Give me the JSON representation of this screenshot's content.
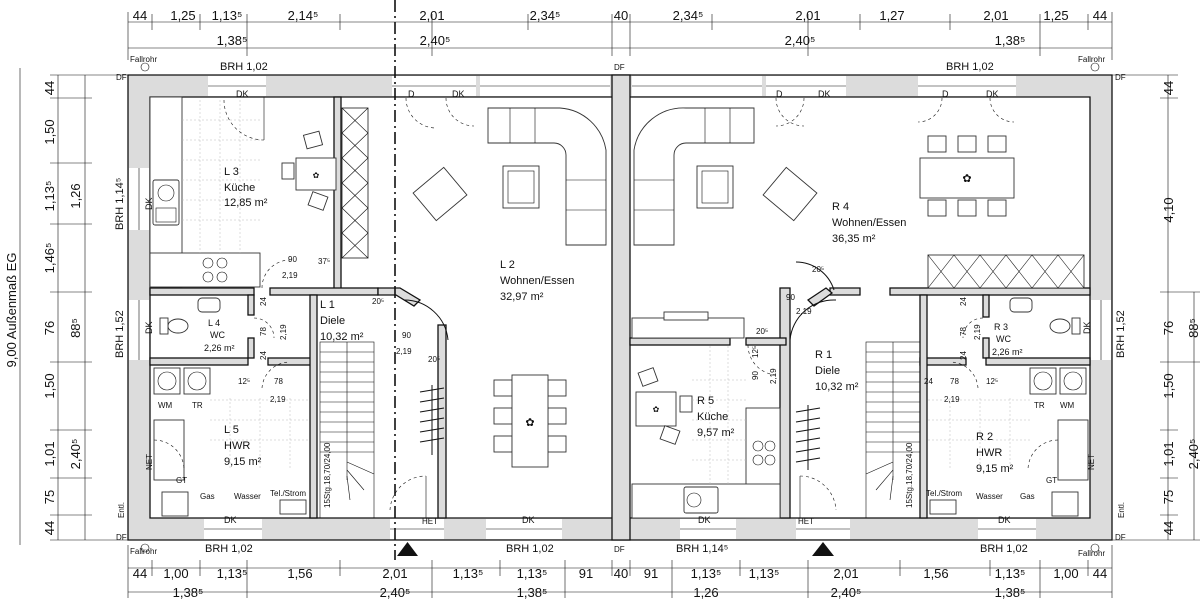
{
  "dimensions": {
    "top_row1": [
      "44",
      "1,25",
      "1,13⁵",
      "2,14⁵",
      "2,01",
      "2,34⁵",
      "40",
      "2,34⁵",
      "2,01",
      "1,27",
      "2,01",
      "1,25",
      "44"
    ],
    "top_row2": [
      "1,38⁵",
      "2,40⁵",
      "2,40⁵",
      "1,38⁵"
    ],
    "bottom_row1": [
      "44",
      "1,00",
      "1,13⁵",
      "1,56",
      "2,01",
      "1,13⁵",
      "1,13⁵",
      "91",
      "40",
      "91",
      "1,13⁵",
      "1,13⁵",
      "2,01",
      "1,56",
      "1,13⁵",
      "1,00",
      "44"
    ],
    "bottom_row2": [
      "1,38⁵",
      "2,40⁵",
      "1,38⁵",
      "1,26",
      "2,40⁵",
      "1,38⁵"
    ],
    "left_col1": [
      "44",
      "1,50",
      "1,13⁵",
      "1,46⁵",
      "76",
      "1,50",
      "1,01",
      "75",
      "44"
    ],
    "left_col2": [
      "1,26",
      "88⁵",
      "2,40⁵"
    ],
    "left_total": "9,00 Außenmaß EG",
    "right_col1": [
      "44",
      "4,10",
      "76",
      "1,50",
      "1,01",
      "75",
      "44"
    ],
    "right_col2": [
      "88⁵",
      "2,40⁵"
    ]
  },
  "rooms": {
    "l3": {
      "id": "L 3",
      "name": "Küche",
      "area": "12,85 m²"
    },
    "l2": {
      "id": "L 2",
      "name": "Wohnen/Essen",
      "area": "32,97 m²"
    },
    "l1": {
      "id": "L 1",
      "name": "Diele",
      "area": "10,32 m²"
    },
    "l4": {
      "id": "L 4",
      "name": "WC",
      "area": "2,26 m²"
    },
    "l5": {
      "id": "L 5",
      "name": "HWR",
      "area": "9,15 m²"
    },
    "r4": {
      "id": "R 4",
      "name": "Wohnen/Essen",
      "area": "36,35 m²"
    },
    "r5": {
      "id": "R 5",
      "name": "Küche",
      "area": "9,57 m²"
    },
    "r1": {
      "id": "R 1",
      "name": "Diele",
      "area": "10,32 m²"
    },
    "r3": {
      "id": "R 3",
      "name": "WC",
      "area": "2,26 m²"
    },
    "r2": {
      "id": "R 2",
      "name": "HWR",
      "area": "9,15 m²"
    }
  },
  "labels": {
    "brh_102": "BRH 1,02",
    "brh_114": "BRH 1,14⁵",
    "brh_152": "BRH 1,52",
    "fallrohr": "Fallrohr",
    "df": "DF",
    "dk": "DK",
    "d": "D",
    "wm": "WM",
    "tr": "TR",
    "gt": "GT",
    "gas": "Gas",
    "wasser": "Wasser",
    "tel_strom": "Tel./Strom",
    "net": "NET",
    "het": "HET",
    "entl": "Entl.",
    "stair": "15Stg.18,70/24,00",
    "door_90": "90",
    "door_219": "2,19",
    "door_78": "78",
    "n37": "37⁵",
    "n24": "24",
    "n12": "12⁵",
    "n20": "20⁵"
  },
  "colors": {
    "wall_fill": "#dcdcdc",
    "line": "#111111"
  }
}
